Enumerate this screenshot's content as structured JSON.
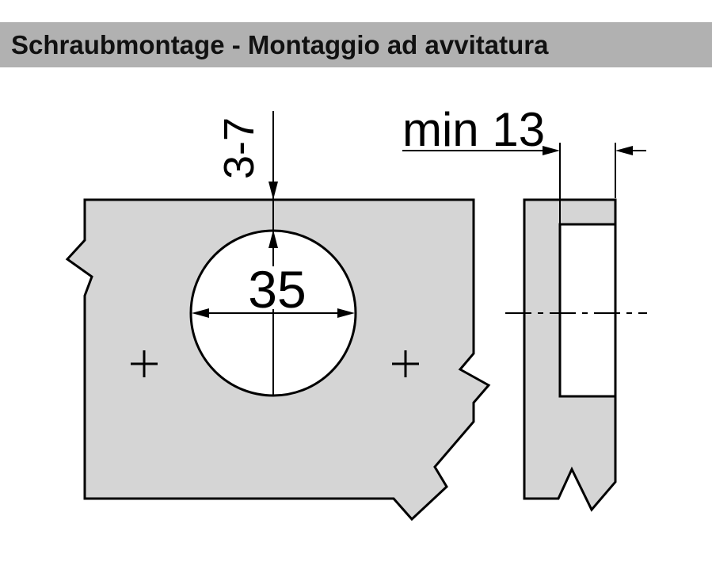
{
  "header": {
    "title": "Schraubmontage - Montaggio ad avvitatura"
  },
  "colors": {
    "header_bg": "#b1b1b1",
    "panel_fill": "#d5d5d5",
    "hole_fill": "#ffffff",
    "line": "#000000",
    "background": "#ffffff"
  },
  "dimensions": {
    "edge_distance": "3-7",
    "cup_diameter": "35",
    "min_mounting_depth": "min 13"
  }
}
